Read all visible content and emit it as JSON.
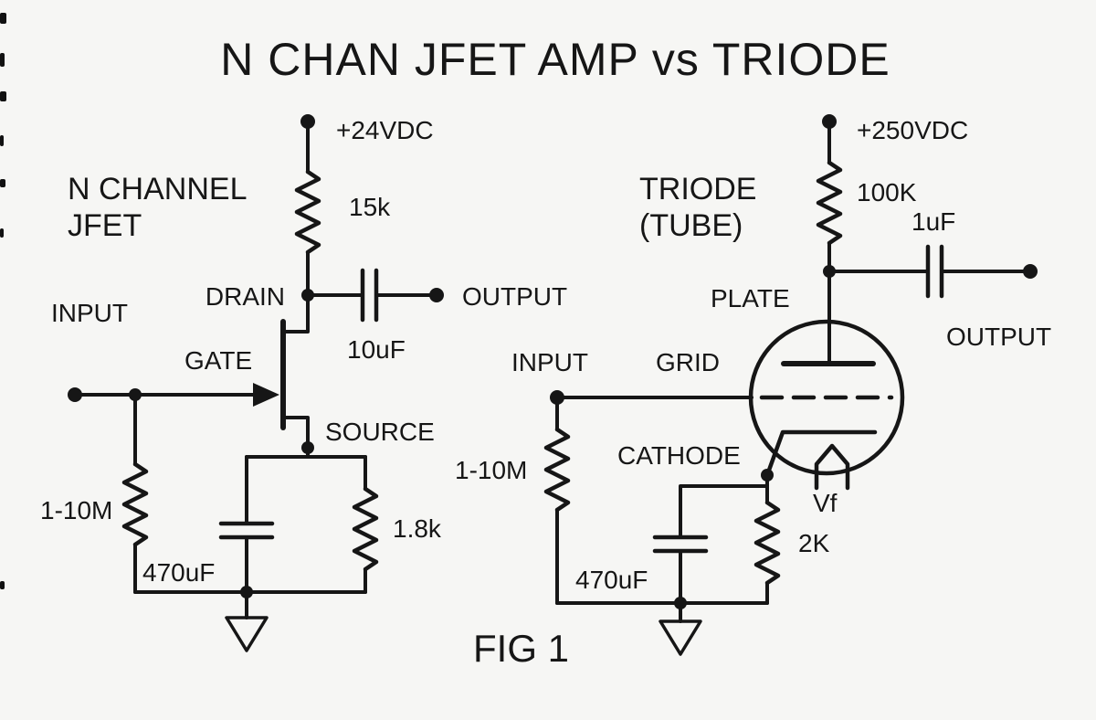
{
  "title": "N CHAN JFET AMP vs TRIODE",
  "figure": "FIG 1",
  "colors": {
    "ink": "#161616",
    "background": "#f6f6f4"
  },
  "jfet": {
    "name1": "N CHANNEL",
    "name2": "JFET",
    "supply": "+24VDC",
    "r_drain": "15k",
    "lbl_drain": "DRAIN",
    "lbl_gate": "GATE",
    "lbl_source": "SOURCE",
    "lbl_input": "INPUT",
    "lbl_output": "OUTPUT",
    "cap_out": "10uF",
    "r_gate": "1-10M",
    "cap_bypass": "470uF",
    "r_source": "1.8k"
  },
  "triode": {
    "name1": "TRIODE",
    "name2": "(TUBE)",
    "supply": "+250VDC",
    "r_plate": "100K",
    "cap_out": "1uF",
    "lbl_plate": "PLATE",
    "lbl_grid": "GRID",
    "lbl_cathode": "CATHODE",
    "lbl_input": "INPUT",
    "lbl_output": "OUTPUT",
    "r_grid": "1-10M",
    "cap_bypass": "470uF",
    "r_cathode": "2K",
    "lbl_filament": "Vf"
  }
}
